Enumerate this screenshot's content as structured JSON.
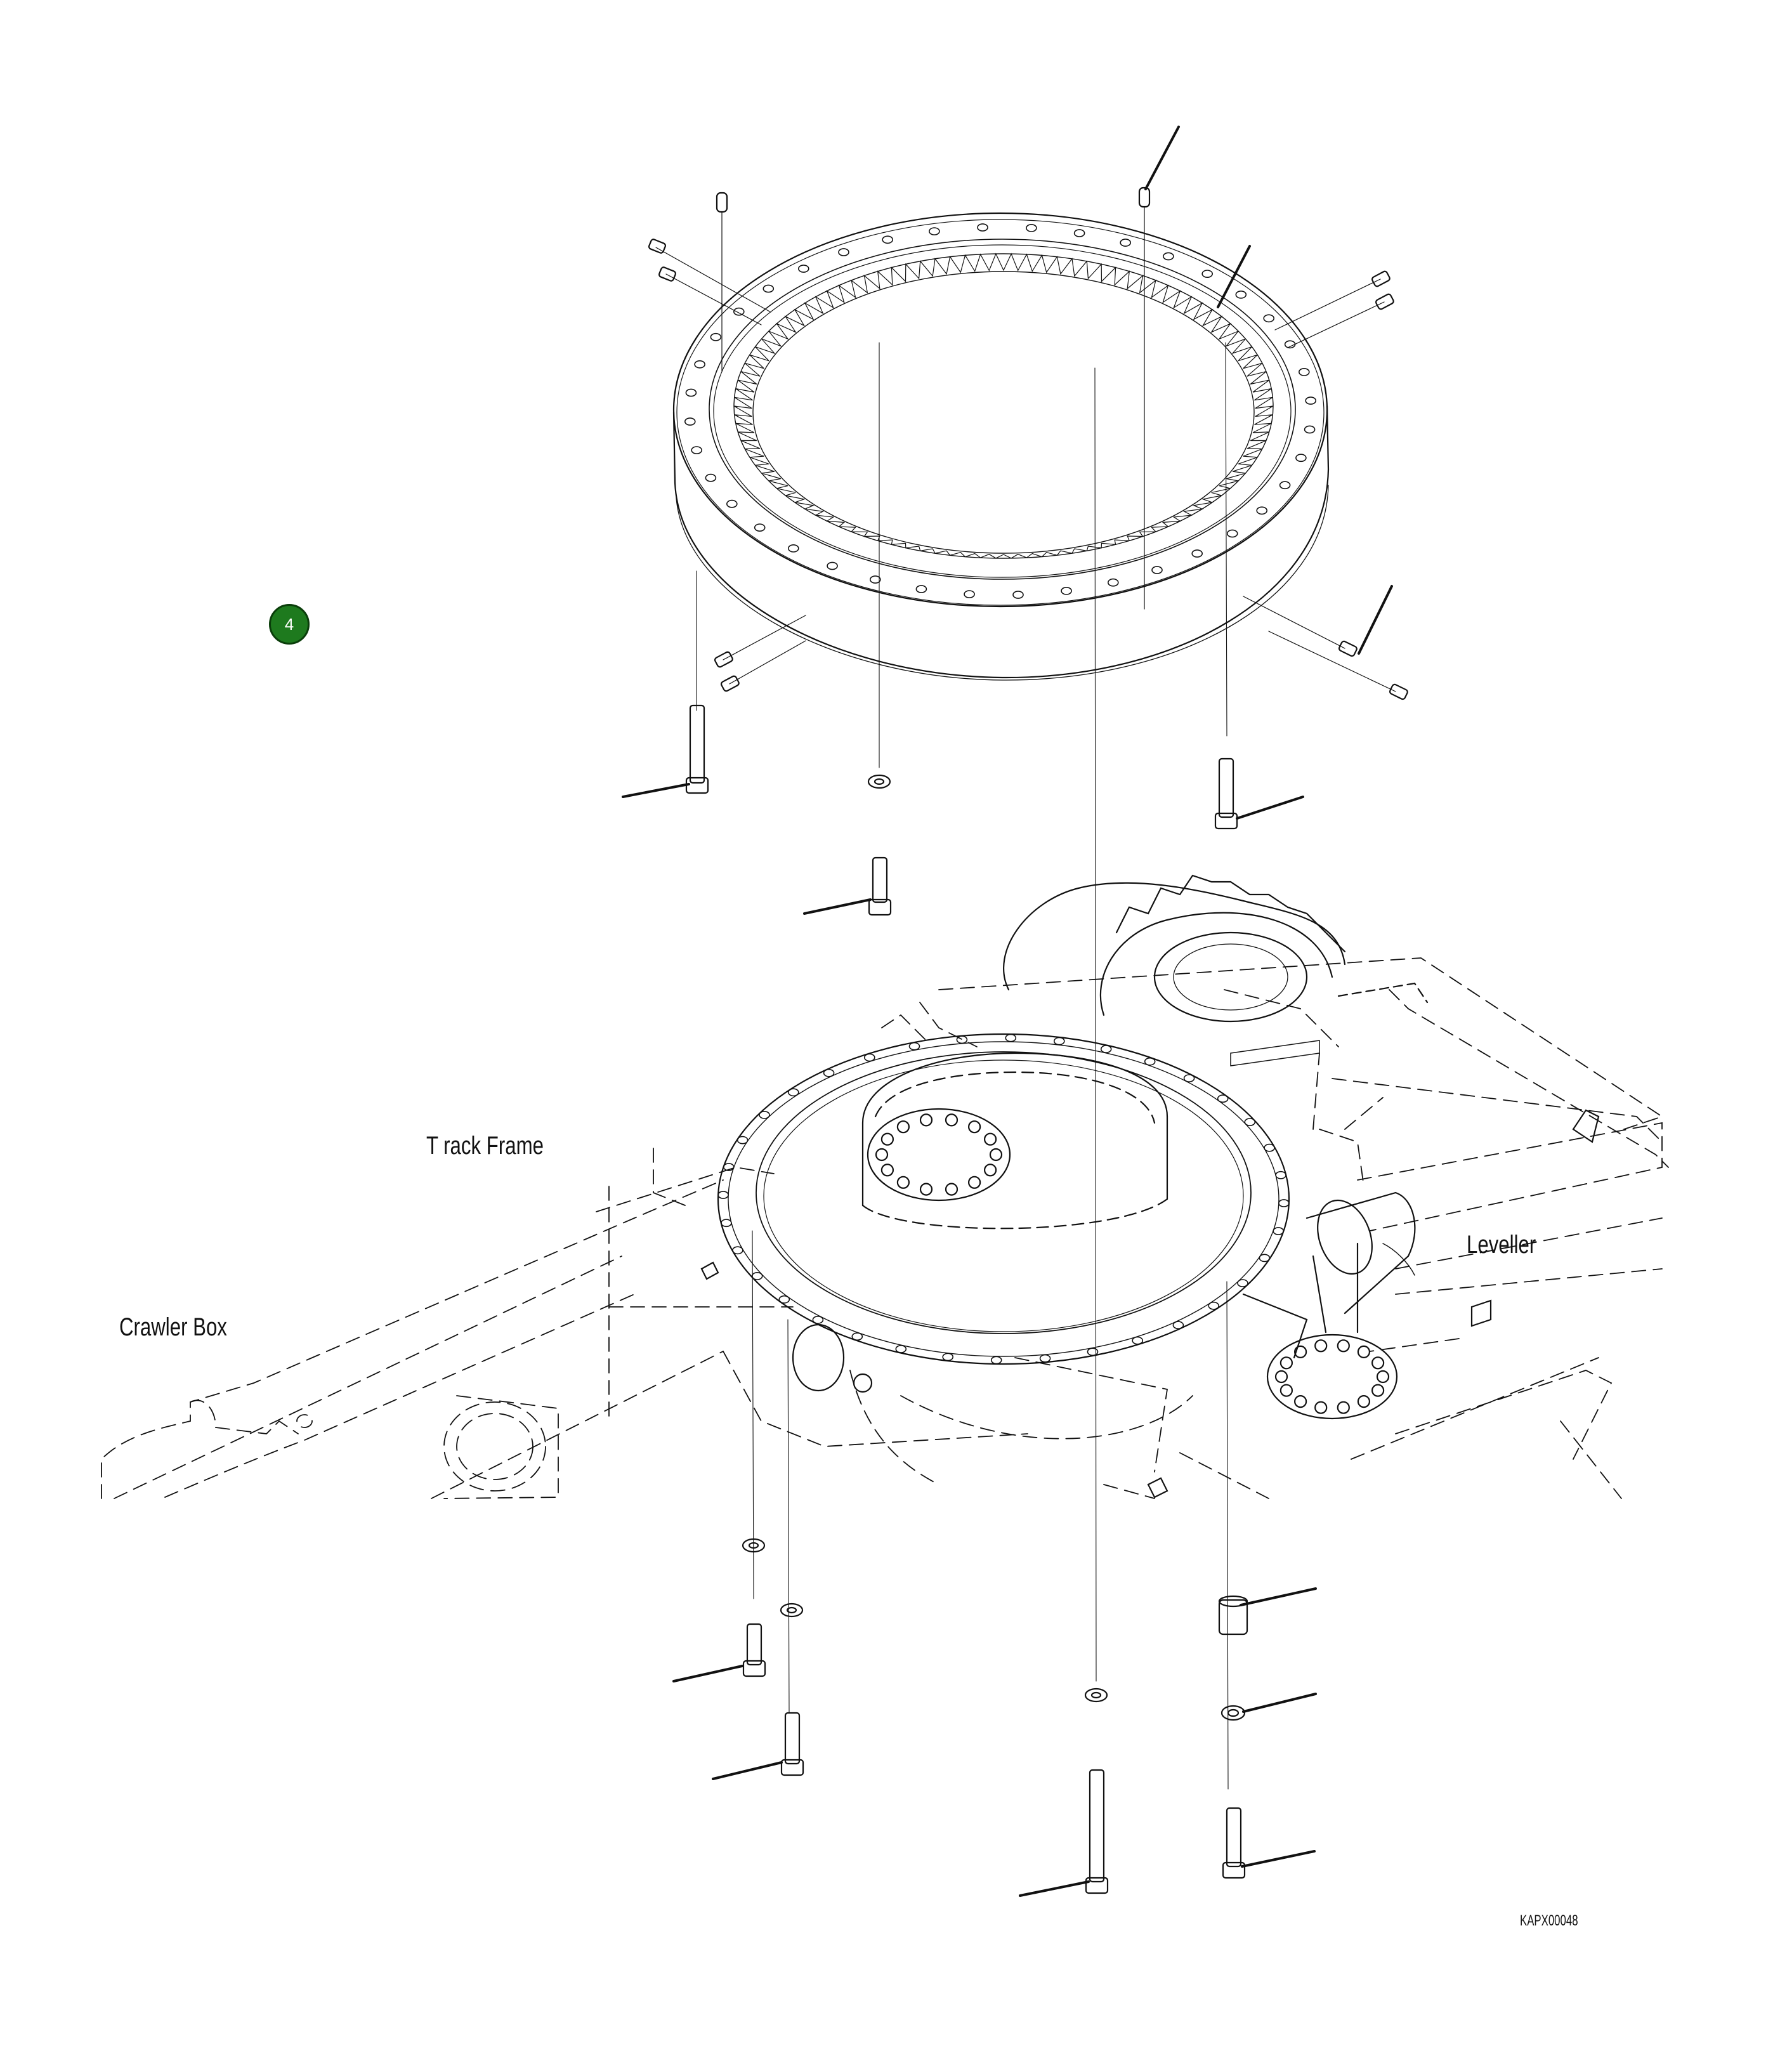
{
  "callout": {
    "number": "4",
    "color": "#1e7a1e"
  },
  "labels": {
    "track_frame": "T  rack Frame",
    "leveller": "Leveller",
    "crawler_box": "Crawler Box"
  },
  "drawing_code": "KAPX00048",
  "colors": {
    "line": "#111111",
    "background": "#ffffff"
  }
}
